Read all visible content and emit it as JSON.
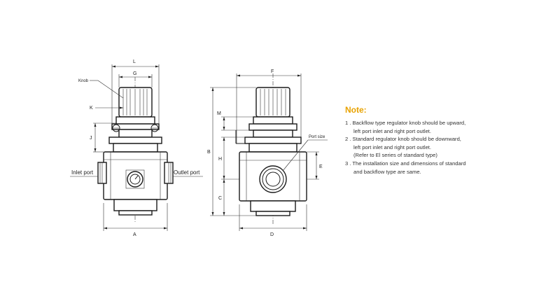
{
  "left_view": {
    "dims": {
      "L": "L",
      "G": "G",
      "K": "K",
      "J": "J",
      "A": "A"
    },
    "knob_label": "Knob",
    "inlet": "Inlet port",
    "outlet": "Outlet port"
  },
  "right_view": {
    "dims": {
      "F": "F",
      "M": "M",
      "B": "B",
      "H": "H",
      "C": "C",
      "E": "E",
      "D": "D"
    },
    "port_size": "Port size"
  },
  "note": {
    "title": "Note:",
    "lines": [
      "1 . Backflow type regulator knob should be upward,",
      "left port inlet and right port outlet.",
      "2 . Standard regulator knob should be downward,",
      "left port inlet and right port outlet.",
      "(Refer to El series of standard type)",
      "3 . The installation size and dimensions of standard",
      "and backflow type are same."
    ]
  },
  "colors": {
    "note_title": "#e8a200",
    "line": "#1a1a1a"
  }
}
